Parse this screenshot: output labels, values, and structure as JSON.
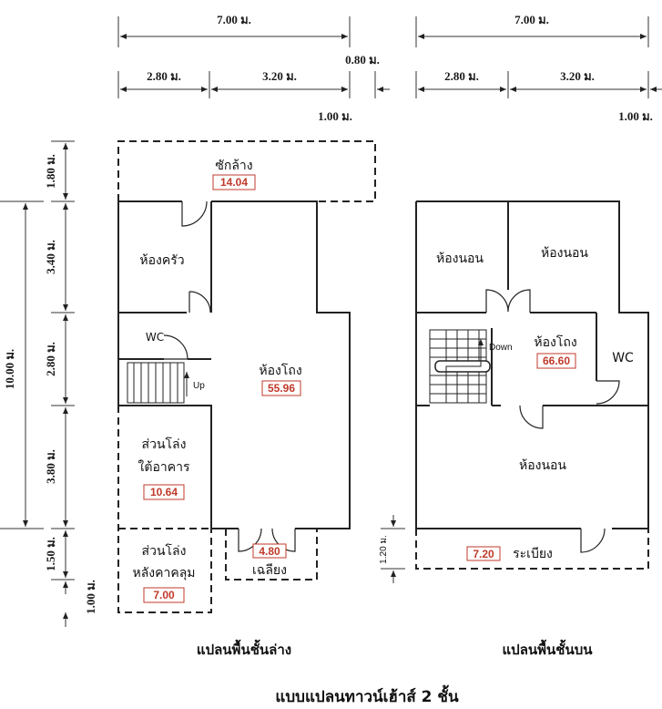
{
  "title": "แบบแปลนทาวน์เฮ้าส์ 2 ชั้น",
  "ground_floor": {
    "caption": "แปลนพื้นชั้นล่าง",
    "dims_top": {
      "total": "7.00 ม.",
      "left": "2.80 ม.",
      "right": "3.20 ม.",
      "side": "0.80 ม.",
      "offset": "1.00 ม."
    },
    "dims_left": {
      "total": "10.00 ม.",
      "d1": "1.80 ม.",
      "d2": "3.40 ม.",
      "d3": "2.80 ม.",
      "d4": "3.80 ม.",
      "d5": "1.50 ม.",
      "d6": "1.00 ม."
    },
    "rooms": {
      "laundry": {
        "name": "ซักล้าง",
        "area": "14.04"
      },
      "kitchen": {
        "name": "ห้องครัว"
      },
      "wc": {
        "name": "WC"
      },
      "stair": {
        "label": "Up"
      },
      "hall": {
        "name": "ห้องโถง",
        "area": "55.96"
      },
      "void": {
        "name1": "ส่วนโล่ง",
        "name2": "ใต้อาคาร",
        "area": "10.64"
      },
      "carport": {
        "name1": "ส่วนโล่ง",
        "name2": "หลังคาคลุม",
        "area": "7.00"
      },
      "porch": {
        "name": "เฉลียง",
        "area": "4.80"
      }
    }
  },
  "upper_floor": {
    "caption": "แปลนพื้นชั้นบน",
    "dims_top": {
      "total": "7.00 ม.",
      "left": "2.80 ม.",
      "right": "3.20 ม.",
      "offset": "1.00 ม."
    },
    "dims_left": {
      "balcony": "1.20 ม."
    },
    "rooms": {
      "bed1": {
        "name": "ห้องนอน"
      },
      "bed2": {
        "name": "ห้องนอน"
      },
      "hall": {
        "name": "ห้องโถง",
        "area": "66.60"
      },
      "stair": {
        "label": "Down"
      },
      "wc": {
        "name": "WC"
      },
      "bed3": {
        "name": "ห้องนอน"
      },
      "balcony": {
        "name": "ระเบียง",
        "area": "7.20"
      }
    }
  }
}
